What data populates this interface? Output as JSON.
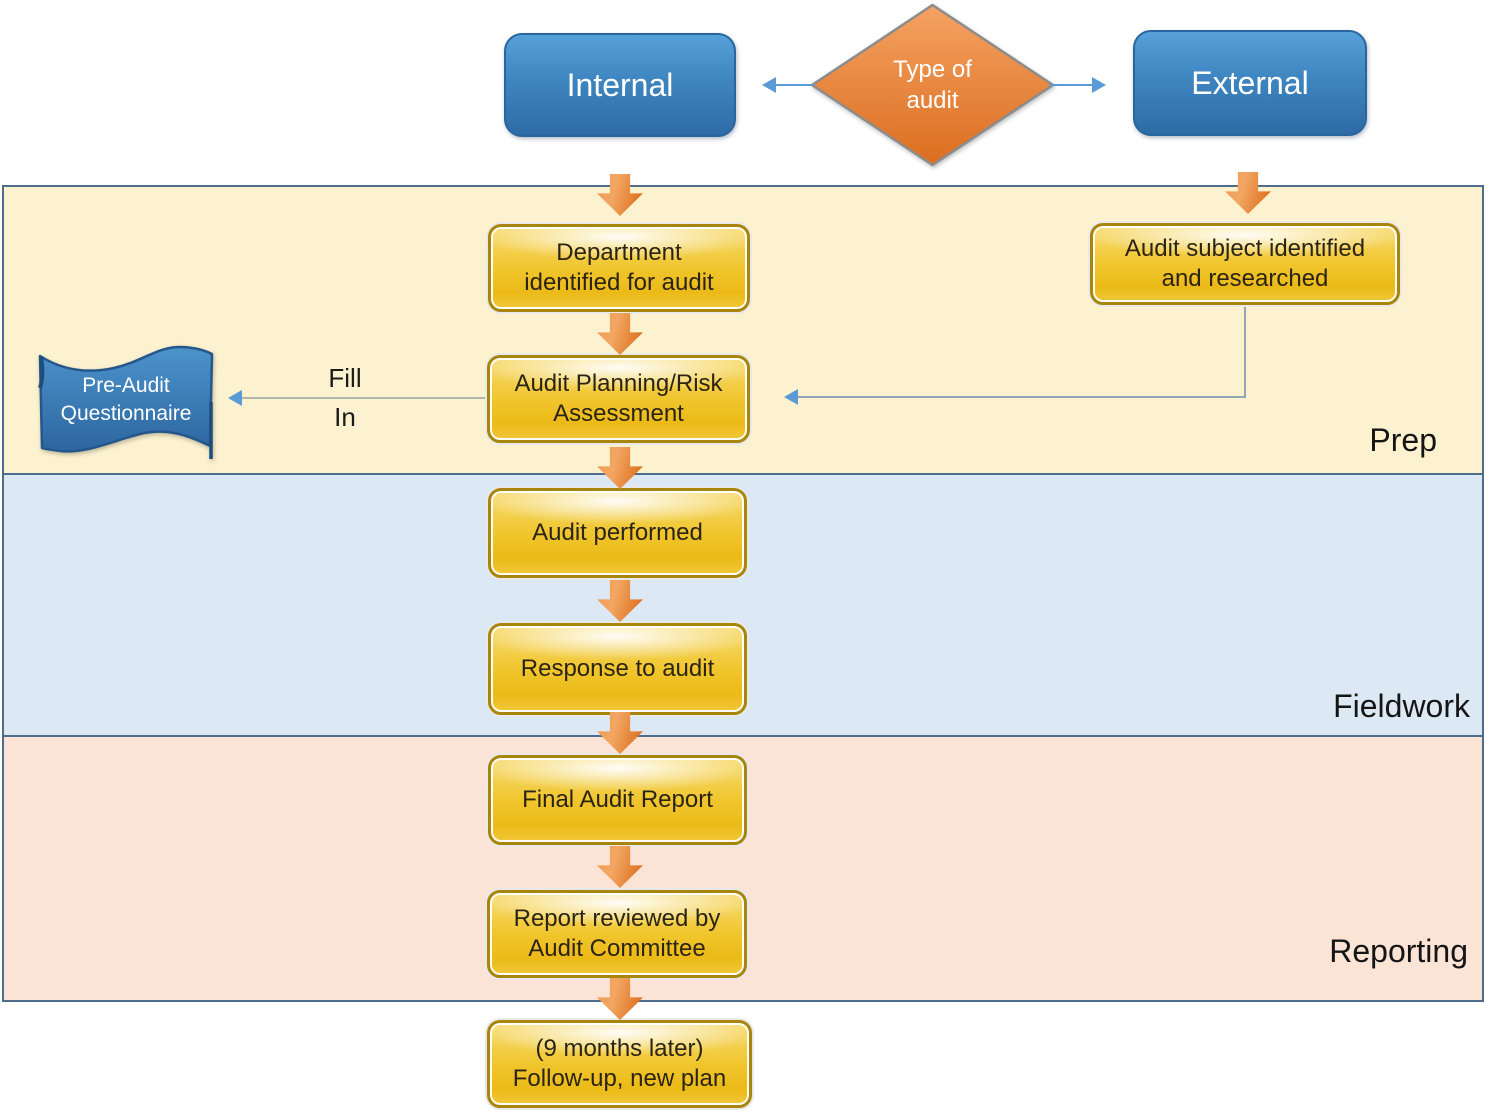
{
  "diagram": {
    "decision": {
      "label": "Type of\naudit"
    },
    "branch_internal": {
      "label": "Internal"
    },
    "branch_external": {
      "label": "External"
    },
    "phases": {
      "prep": {
        "label": "Prep",
        "color": "#FCF2CF"
      },
      "fieldwork": {
        "label": "Fieldwork",
        "color": "#DCE9F5"
      },
      "reporting": {
        "label": "Reporting",
        "color": "#FBE3D5"
      }
    },
    "steps": {
      "department_identified": {
        "label": "Department\nidentified for audit"
      },
      "audit_subject": {
        "label": "Audit subject identified\nand researched"
      },
      "audit_planning": {
        "label": "Audit Planning/Risk\nAssessment"
      },
      "audit_performed": {
        "label": "Audit performed"
      },
      "response_to_audit": {
        "label": "Response to audit"
      },
      "final_audit_report": {
        "label": "Final Audit Report"
      },
      "report_reviewed": {
        "label": "Report reviewed by\nAudit Committee"
      },
      "follow_up": {
        "label": "(9 months later)\nFollow-up, new plan"
      }
    },
    "artifacts": {
      "pre_audit_questionnaire": {
        "label": "Pre-Audit\nQuestionnaire"
      }
    },
    "annotations": {
      "fill": "Fill",
      "in": "In"
    },
    "colors": {
      "band_border": "#4E6D8C",
      "band_prep": "#FCF2CF",
      "band_fieldwork": "#DCE9F5",
      "band_reporting": "#FBE3D5",
      "gold_fill": "#EFC020",
      "gold_border": "#A8860D",
      "blue_fill": "#3D84BF",
      "diamond_orange": "#E2752B",
      "arrow_orange": "#DC6E1D",
      "connector_blue": "#5B9BD5",
      "text_dark": "#2B2414"
    }
  }
}
